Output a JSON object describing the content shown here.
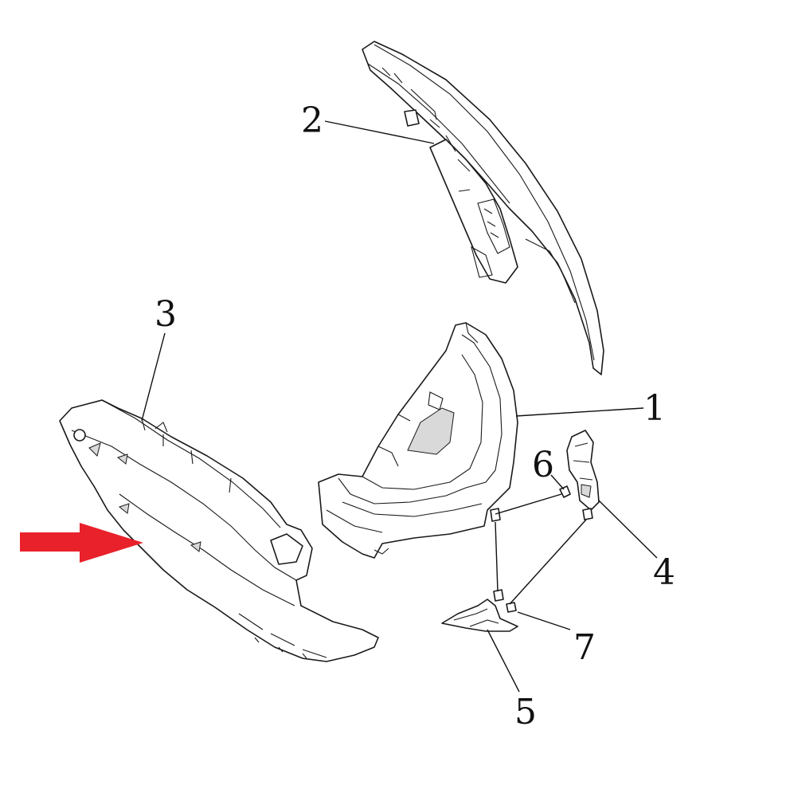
{
  "callouts": [
    {
      "id": "1",
      "label": "1"
    },
    {
      "id": "2",
      "label": "2"
    },
    {
      "id": "3",
      "label": "3"
    },
    {
      "id": "4",
      "label": "4"
    },
    {
      "id": "5",
      "label": "5"
    },
    {
      "id": "6",
      "label": "6"
    },
    {
      "id": "7",
      "label": "7"
    }
  ],
  "colors": {
    "line": "#1a1a1a",
    "fill": "#ffffff",
    "arrow": "#e8212a"
  },
  "icons": {
    "pointer": "red-arrow-right"
  }
}
